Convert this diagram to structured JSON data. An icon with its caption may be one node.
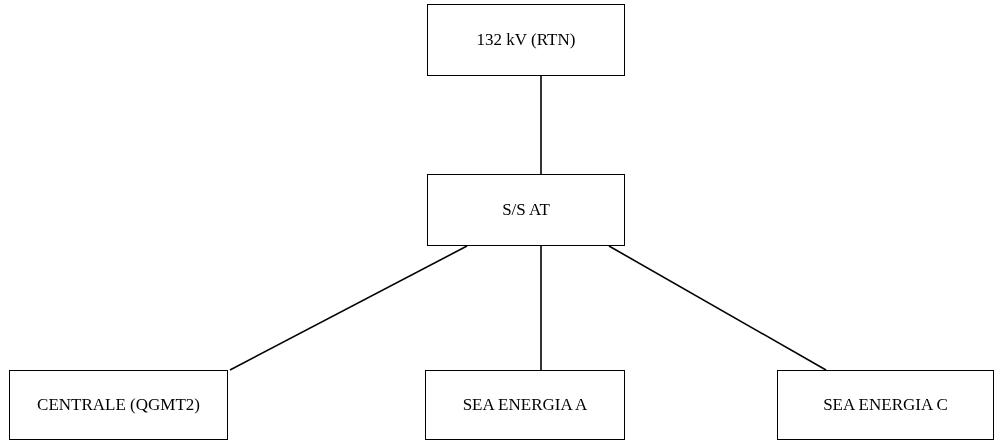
{
  "diagram": {
    "nodes": [
      {
        "text": [
          "132 kV (RTN)"
        ]
      },
      {
        "text": [
          "S/S AT"
        ]
      },
      {
        "text": [
          "CENTRALE (QGMT2)"
        ]
      },
      {
        "text": [
          "SEA ENERGIA A"
        ]
      },
      {
        "text": [
          "SEA ENERGIA C"
        ]
      }
    ],
    "edges": [
      {
        "from": 0,
        "to": 1,
        "arrow": "none"
      },
      {
        "from": 1,
        "to": 2,
        "arrow": "none"
      },
      {
        "from": 1,
        "to": 3,
        "arrow": "none"
      },
      {
        "from": 1,
        "to": 4,
        "arrow": "none"
      }
    ]
  }
}
